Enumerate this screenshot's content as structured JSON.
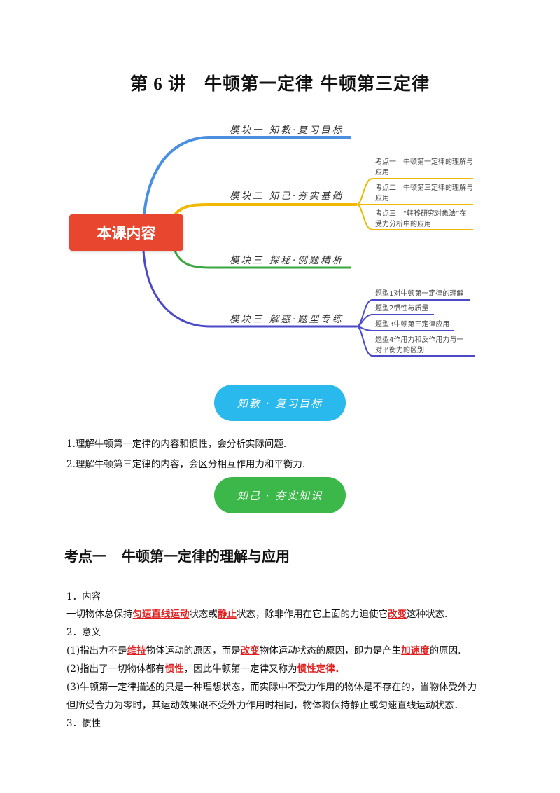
{
  "title": {
    "num": "第 6 讲",
    "part1": "牛顿第一定律",
    "part2": "牛顿第三定律"
  },
  "mindmap": {
    "root": "本课内容",
    "branches": [
      {
        "label": "模块一 知教·复习目标",
        "color": "#4a8fe0",
        "leaves": []
      },
      {
        "label": "模块二 知己·夯实基础",
        "color": "#f2b800",
        "leaves": [
          {
            "l1": "考点一　牛顿第一定律的理解与",
            "l2": "应用"
          },
          {
            "l1": "考点二　牛顿第三定律的理解与",
            "l2": "应用"
          },
          {
            "l1": "考点三　“转移研究对象法”在",
            "l2": "受力分析中的应用"
          }
        ]
      },
      {
        "label": "模块三 探秘·例题精析",
        "color": "#3aa641",
        "leaves": []
      },
      {
        "label": "模块三 解惑·题型专练",
        "color": "#4b49c9",
        "leaves": [
          {
            "l1": "题型1对牛顿第一定律的理解",
            "l2": ""
          },
          {
            "l1": "题型2惯性与质量",
            "l2": ""
          },
          {
            "l1": "题型3牛顿第三定律应用",
            "l2": ""
          },
          {
            "l1": "题型4作用力和反作用力与一",
            "l2": "对平衡力的区别"
          }
        ]
      }
    ]
  },
  "pills": {
    "goals": "知教 · 复习目标",
    "basics": "知己 · 夯实知识"
  },
  "goals": [
    "1.理解牛顿第一定律的内容和惯性，会分析实际问题.",
    "2.理解牛顿第三定律的内容，会区分相互作用力和平衡力."
  ],
  "section": {
    "num": "考点一",
    "name": "牛顿第一定律的理解与应用"
  },
  "body": {
    "h1": "1．内容",
    "p1": [
      "一切物体总保持",
      "匀速直线运动",
      "状态或",
      "静止",
      "状态，除非作用在它上面的力迫使它",
      "改变",
      "这种状态."
    ],
    "h2": "2．意义",
    "p2": [
      "(1)指出力不是",
      "维持",
      "物体运动的原因，而是",
      "改变",
      "物体运动状态的原因，即力是产生",
      "加速度",
      "的原因."
    ],
    "p3": [
      "(2)指出了一切物体都有",
      "惯性",
      "，因此牛顿第一定律又称为",
      "惯性定律．"
    ],
    "p4a": "(3)牛顿第一定律描述的只是一种理想状态，而实际中不受力作用的物体是不存在的，当物体受外力",
    "p4b": "但所受合力为零时，其运动效果跟不受外力作用时相同，物体将保持静止或匀速直线运动状态．",
    "h3": "3．惯性"
  },
  "colors": {
    "root": "#e8462f",
    "emphasis": "#e02020",
    "pill_blue": "#2ab9ec",
    "pill_green": "#3cb84a"
  }
}
